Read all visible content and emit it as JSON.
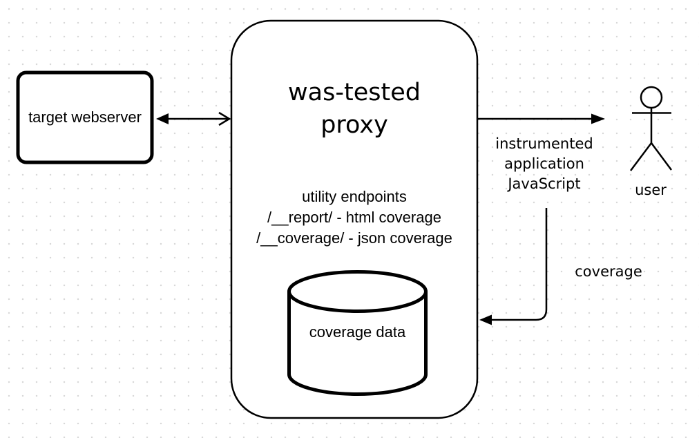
{
  "canvas": {
    "background": "#ffffff",
    "grid_dot_color": "#d8d8d8",
    "stroke_color": "#000000"
  },
  "nodes": {
    "target_webserver": {
      "label": "target webserver"
    },
    "proxy": {
      "title_lines": [
        "was-tested",
        "proxy"
      ],
      "endpoint_lines": [
        "utility endpoints",
        "/__report/ - html coverage",
        "/__coverage/ - json coverage"
      ]
    },
    "coverage_db": {
      "label": "coverage data"
    },
    "user": {
      "label": "user"
    }
  },
  "edges": {
    "webserver_proxy": {
      "type": "bidirectional"
    },
    "proxy_user": {
      "label_lines": [
        "instrumented",
        "application",
        "JavaScript"
      ]
    },
    "user_proxy": {
      "label": "coverage"
    }
  }
}
